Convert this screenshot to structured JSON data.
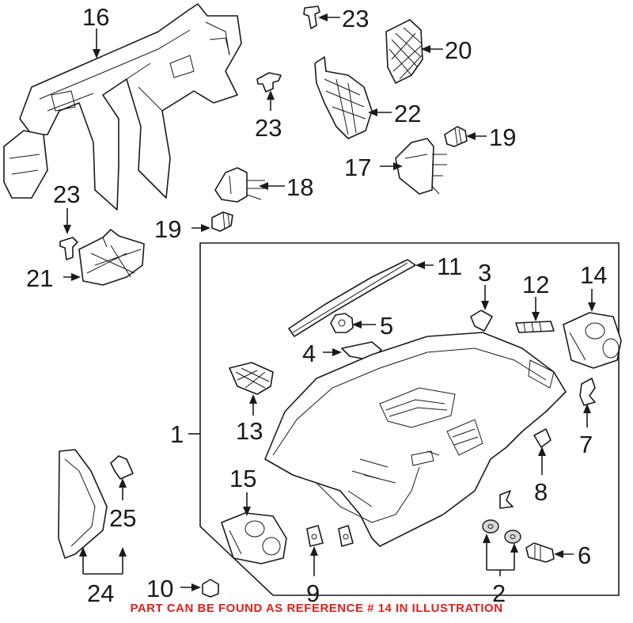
{
  "callouts": {
    "c1": "1",
    "c2": "2",
    "c3": "3",
    "c4": "4",
    "c5": "5",
    "c6": "6",
    "c7": "7",
    "c8": "8",
    "c9": "9",
    "c10": "10",
    "c11": "11",
    "c12": "12",
    "c13": "13",
    "c14": "14",
    "c15": "15",
    "c16": "16",
    "c17": "17",
    "c18": "18",
    "c19a": "19",
    "c19b": "19",
    "c20": "20",
    "c21": "21",
    "c22": "22",
    "c23a": "23",
    "c23b": "23",
    "c23c": "23",
    "c24": "24",
    "c25": "25"
  },
  "footer_note": "PART CAN BE FOUND AS REFERENCE # 14 IN ILLUSTRATION",
  "colors": {
    "line": "#1a1a1a",
    "footer_text": "#e0201b",
    "background": "#ffffff"
  }
}
